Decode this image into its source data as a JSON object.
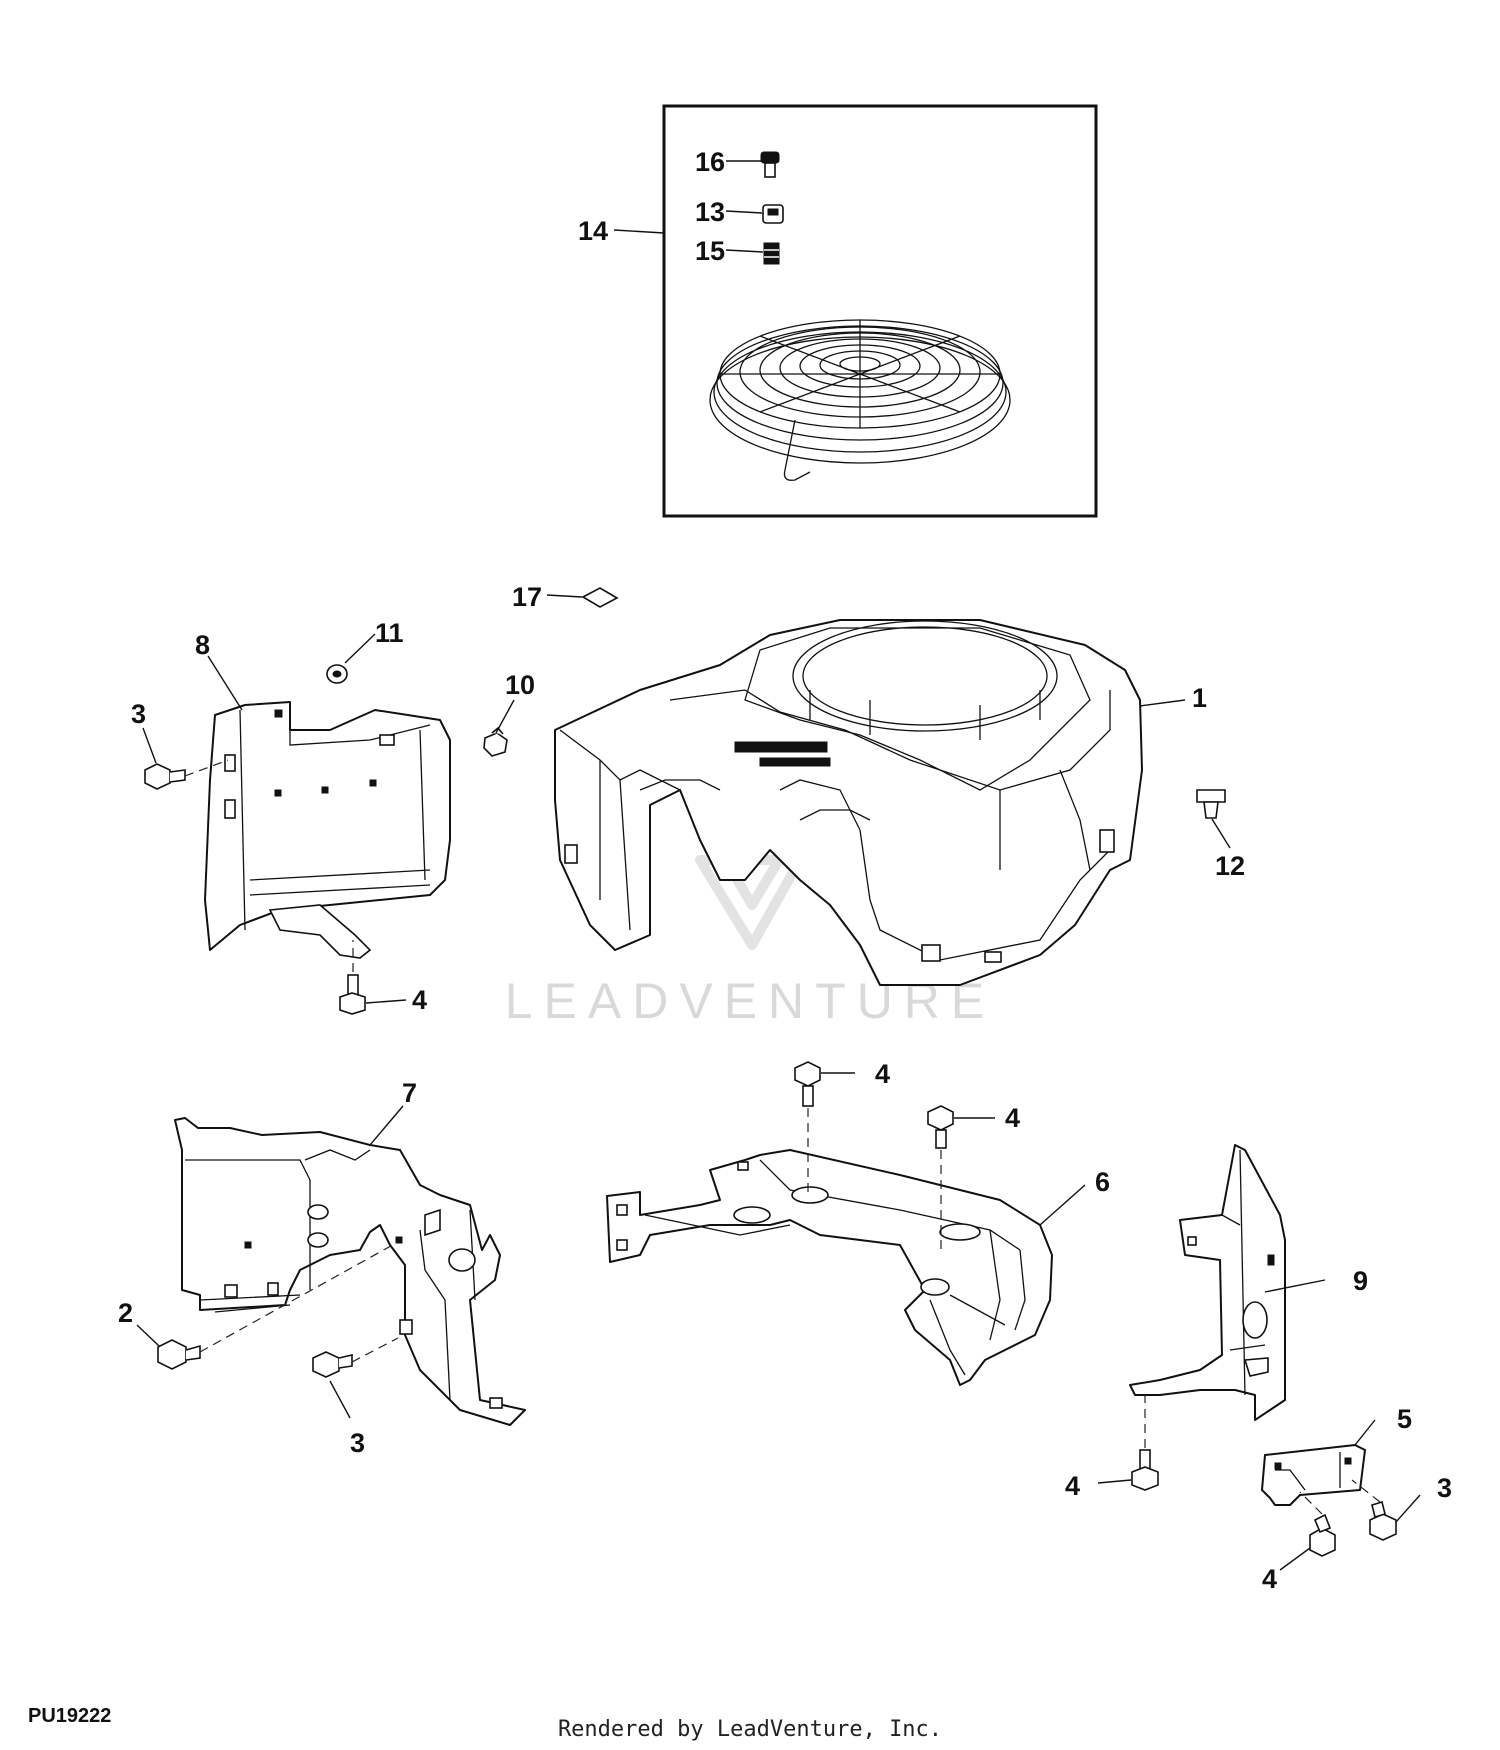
{
  "callouts": [
    {
      "id": "c16",
      "label": "16"
    },
    {
      "id": "c13",
      "label": "13"
    },
    {
      "id": "c15",
      "label": "15"
    },
    {
      "id": "c14",
      "label": "14"
    },
    {
      "id": "c17",
      "label": "17"
    },
    {
      "id": "c11",
      "label": "11"
    },
    {
      "id": "c8",
      "label": "8"
    },
    {
      "id": "c10",
      "label": "10"
    },
    {
      "id": "c1",
      "label": "1"
    },
    {
      "id": "c3a",
      "label": "3"
    },
    {
      "id": "c12",
      "label": "12"
    },
    {
      "id": "c4a",
      "label": "4"
    },
    {
      "id": "c7",
      "label": "7"
    },
    {
      "id": "c4b",
      "label": "4"
    },
    {
      "id": "c4c",
      "label": "4"
    },
    {
      "id": "c6",
      "label": "6"
    },
    {
      "id": "c9",
      "label": "9"
    },
    {
      "id": "c2",
      "label": "2"
    },
    {
      "id": "c3b",
      "label": "3"
    },
    {
      "id": "c5",
      "label": "5"
    },
    {
      "id": "c4d",
      "label": "4"
    },
    {
      "id": "c3c",
      "label": "3"
    },
    {
      "id": "c4e",
      "label": "4"
    }
  ],
  "watermark": {
    "text": "LEADVENTURE",
    "logo": "leadventure-logo-icon"
  },
  "footer": {
    "document_code": "PU19222",
    "credit": "Rendered by LeadVenture, Inc."
  }
}
